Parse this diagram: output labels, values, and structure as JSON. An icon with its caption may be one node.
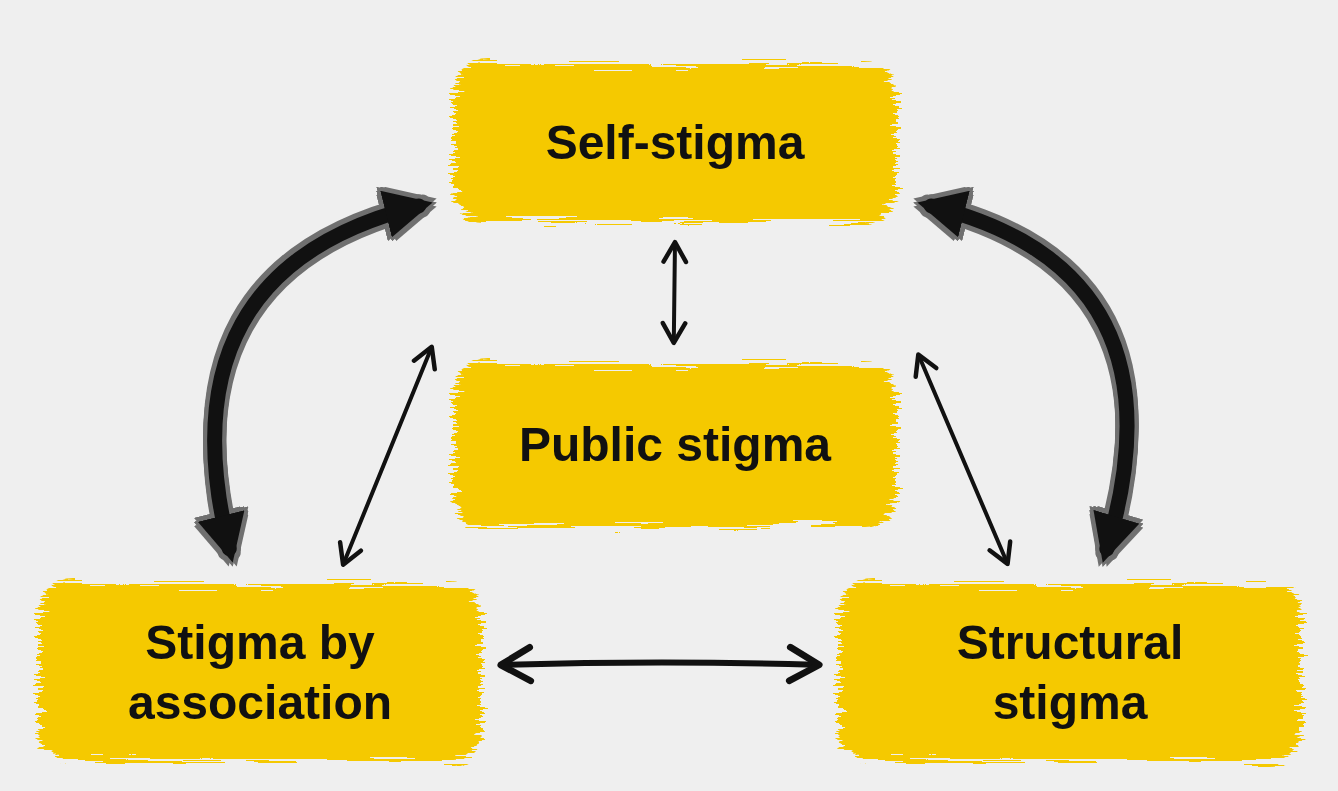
{
  "diagram": {
    "nodes": [
      {
        "text": [
          "Self-stigma"
        ]
      },
      {
        "text": [
          "Public stigma"
        ]
      },
      {
        "text": [
          "Stigma by association"
        ]
      },
      {
        "text": [
          "Structural stigma"
        ]
      }
    ],
    "edges": [
      {
        "from": 0,
        "to": 1,
        "arrow": "both"
      },
      {
        "from": 1,
        "to": 2,
        "arrow": "both"
      },
      {
        "from": 1,
        "to": 3,
        "arrow": "both"
      },
      {
        "from": 2,
        "to": 3,
        "arrow": "both"
      },
      {
        "from": 0,
        "to": 2,
        "arrow": "both",
        "style": "thick"
      },
      {
        "from": 0,
        "to": 3,
        "arrow": "both",
        "style": "thick"
      }
    ]
  }
}
